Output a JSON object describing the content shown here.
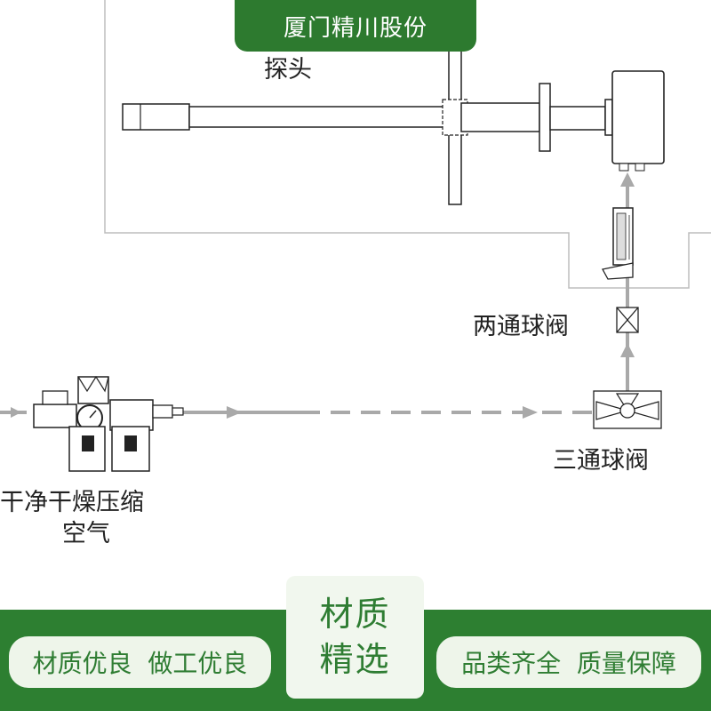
{
  "brand": {
    "title": "厦门精川股份"
  },
  "diagram": {
    "probe_label": "探头",
    "two_way_valve_label": "两通球阀",
    "three_way_valve_label": "三通球阀",
    "air_label_line1": "干净干燥压缩",
    "air_label_line2": "空气"
  },
  "footer": {
    "left_pill": "材质优良  做工优良",
    "center_line1": "材质",
    "center_line2": "精选",
    "right_pill": "品类齐全  质量保障"
  },
  "colors": {
    "brand_green": "#2d7a2f",
    "footer_green": "#2d7f31",
    "pill_bg": "#eef5ea",
    "pipe_gray": "#a9a9a9"
  }
}
